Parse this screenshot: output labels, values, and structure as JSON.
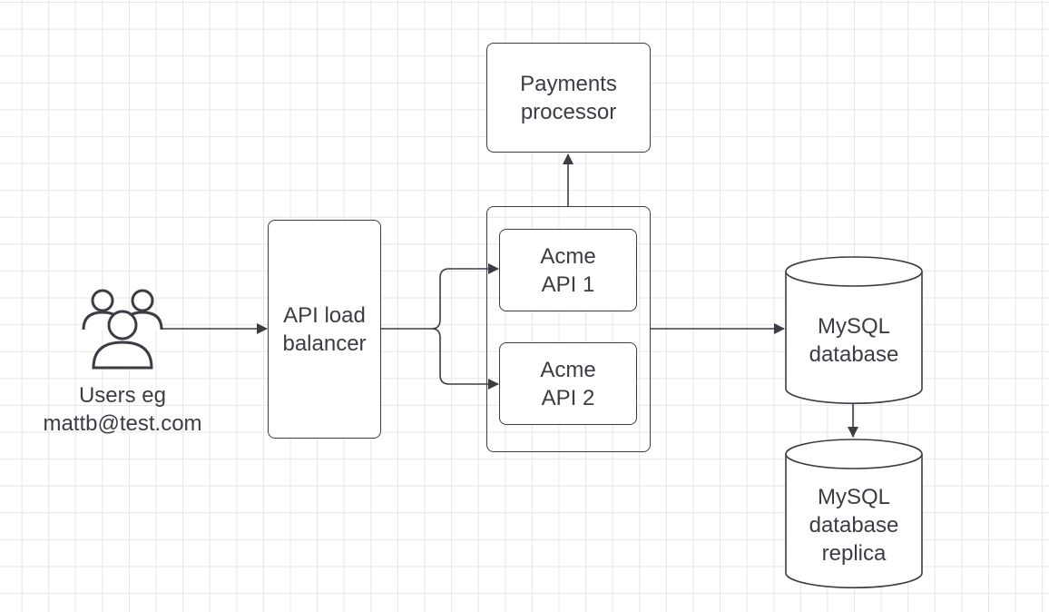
{
  "diagram": {
    "users": {
      "icon": "users-icon",
      "label": "Users eg\nmattb@test.com"
    },
    "load_balancer": {
      "label": "API load\nbalancer"
    },
    "payments": {
      "label": "Payments\nprocessor"
    },
    "api_group": {
      "api1": {
        "label": "Acme\nAPI 1"
      },
      "api2": {
        "label": "Acme\nAPI 2"
      }
    },
    "mysql": {
      "label": "MySQL\ndatabase"
    },
    "mysql_replica": {
      "label": "MySQL\ndatabase\nreplica"
    },
    "colors": {
      "stroke": "#3a3d44",
      "grid": "#e6e6e6",
      "background": "#ffffff"
    }
  }
}
